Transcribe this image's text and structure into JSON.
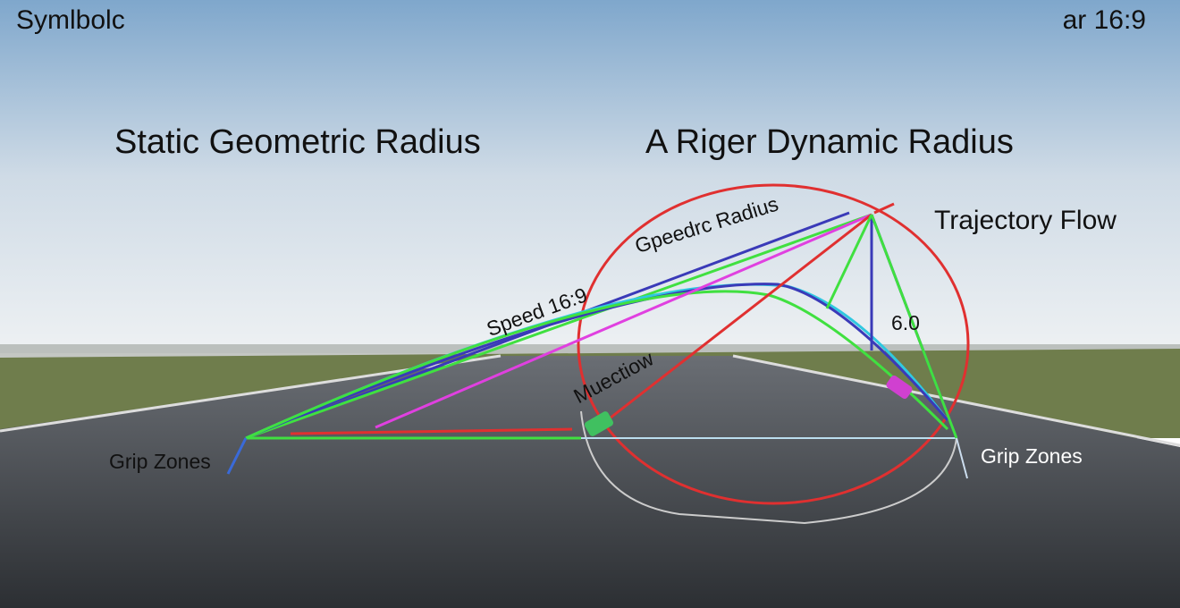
{
  "corner_left": "Symlbolc",
  "corner_right": "ar 16:9",
  "title_left": "Static Geometric Radius",
  "title_right": "A Riger Dynamic Radius",
  "trajectory_label": "Trajectory Flow",
  "radius_label": "Gpeedrc Radius",
  "speed_label": "Speed 16:9",
  "motion_label": "Muectiow",
  "value_label": "6.0",
  "grip_left": "Grip Zones",
  "grip_right": "Grip Zones",
  "colors": {
    "red": "#e03030",
    "blue": "#3a3ab8",
    "green": "#40e040",
    "cyan": "#30c8e0",
    "magenta": "#e040e0"
  }
}
